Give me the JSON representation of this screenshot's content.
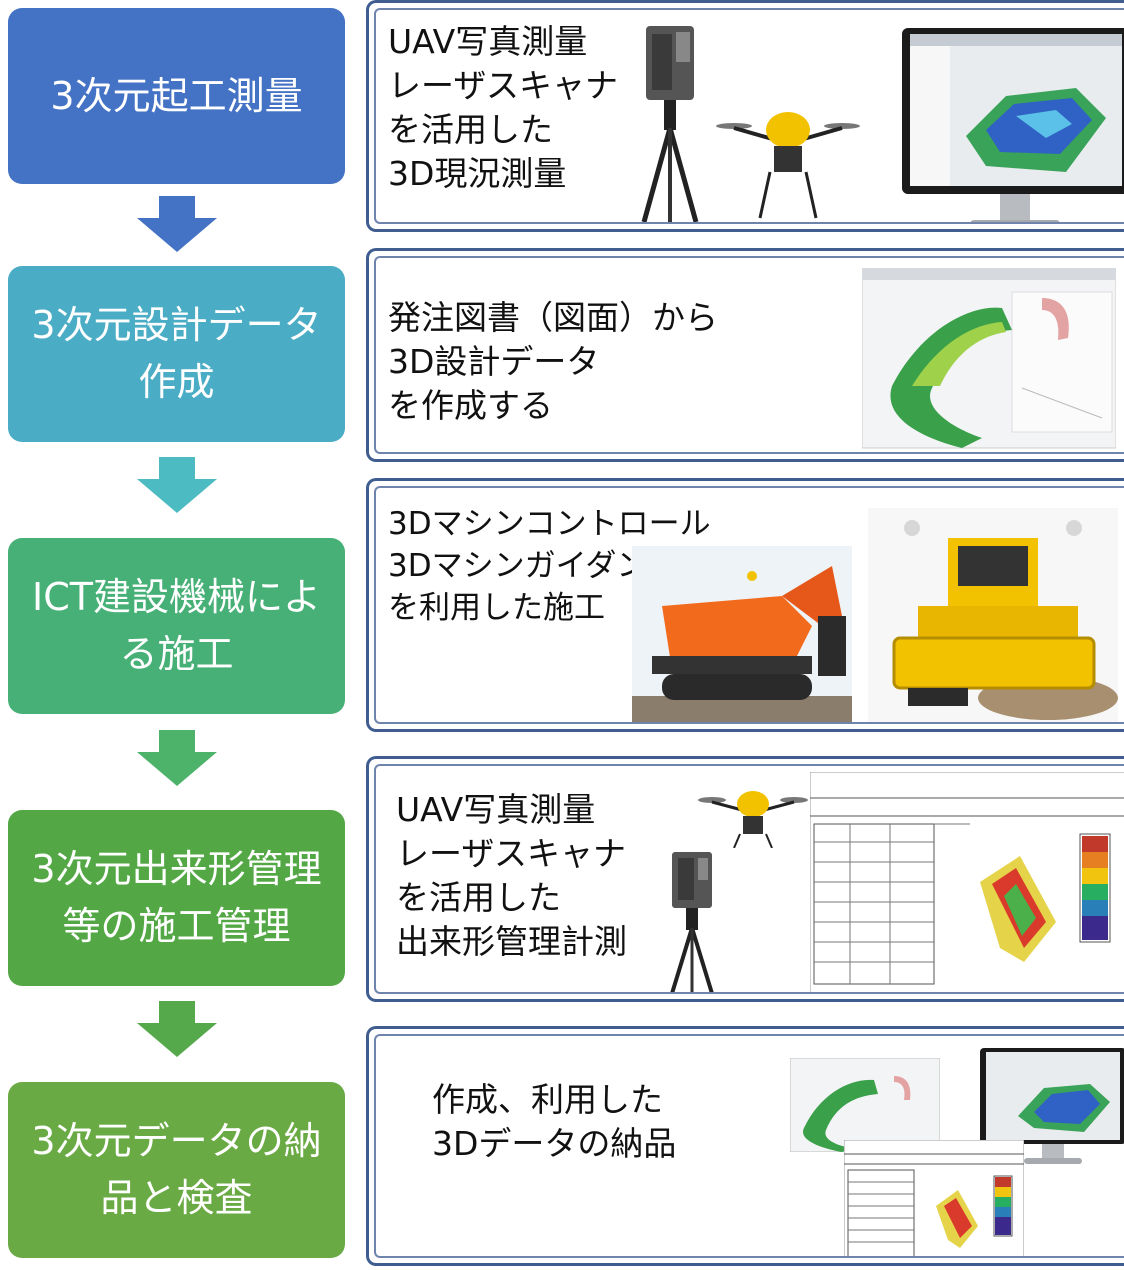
{
  "steps": [
    {
      "label": "3次元起工測量",
      "color": "#4472c4"
    },
    {
      "label": "3次元設計データ作成",
      "color": "#4aacc5"
    },
    {
      "label": "ICT建設機械による施工",
      "color": "#47b077"
    },
    {
      "label": "3次元出来形管理等の施工管理",
      "color": "#53a845"
    },
    {
      "label": "3次元データの納品と検査",
      "color": "#6aaa44"
    }
  ],
  "arrows": [
    {
      "color": "#4472c4"
    },
    {
      "color": "#4dbcc2"
    },
    {
      "color": "#4eb36a"
    },
    {
      "color": "#55a94a"
    },
    {
      "color": "#6ea843"
    }
  ],
  "panels": [
    {
      "lines": [
        "UAV写真測量",
        "レーザスキャナ",
        "を活用した",
        "3D現況測量"
      ]
    },
    {
      "lines": [
        "発注図書（図面）から",
        "3D設計データ",
        "を作成する"
      ]
    },
    {
      "lines": [
        "3Dマシンコントロール",
        "3Dマシンガイダンス",
        "を利用した施工"
      ]
    },
    {
      "lines": [
        "UAV写真測量",
        "レーザスキャナ",
        "を活用した",
        "出来形管理計測"
      ]
    },
    {
      "lines": [
        "作成、利用した",
        "3Dデータの納品"
      ]
    }
  ],
  "icons": {
    "scanner": "laser-scanner-icon",
    "drone": "drone-icon",
    "monitor": "monitor-icon",
    "design": "3d-design-model-icon",
    "excavator": "excavator-icon",
    "bulldozer": "bulldozer-icon",
    "report": "report-document-icon"
  }
}
